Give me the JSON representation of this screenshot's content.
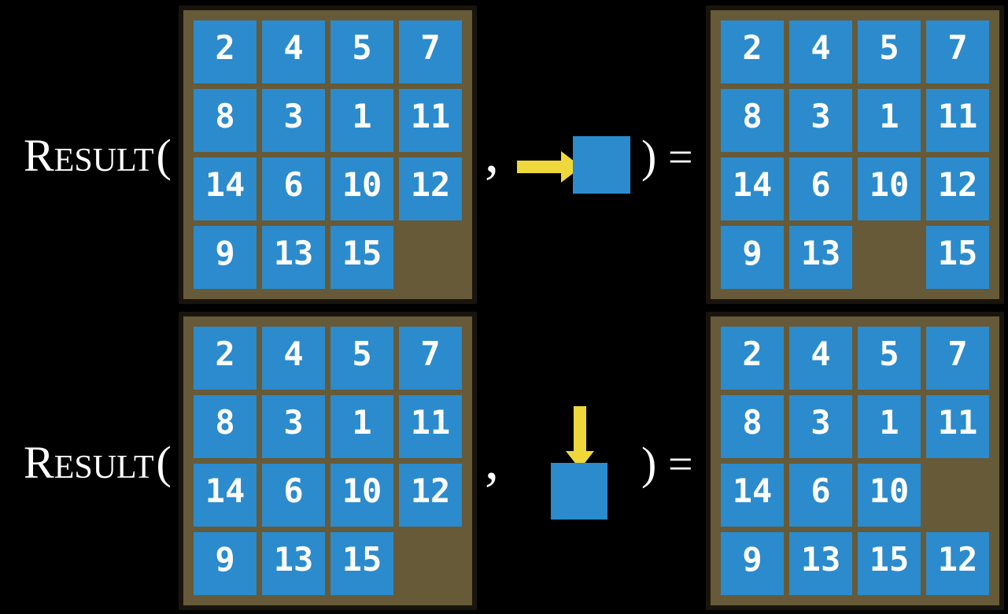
{
  "colors": {
    "background": "#000000",
    "board-brown": "#665a38",
    "board-border": "#19150e",
    "tile-blue": "#2b8bcd",
    "arrow-yellow": "#eed83c",
    "text-white": "#ffffff"
  },
  "figure": {
    "description": "Two examples of the RESULT state-transition function on a 15-puzzle board",
    "rows": [
      {
        "function_initial": "R",
        "function_rest": "ESULT",
        "open_paren": "(",
        "comma": ",",
        "close_paren": ")",
        "equals_sign": "=",
        "move_direction": "right",
        "input_grid": [
          [
            "2",
            "4",
            "5",
            "7"
          ],
          [
            "8",
            "3",
            "1",
            "11"
          ],
          [
            "14",
            "6",
            "10",
            "12"
          ],
          [
            "9",
            "13",
            "15",
            ""
          ]
        ],
        "output_grid": [
          [
            "2",
            "4",
            "5",
            "7"
          ],
          [
            "8",
            "3",
            "1",
            "11"
          ],
          [
            "14",
            "6",
            "10",
            "12"
          ],
          [
            "9",
            "13",
            "",
            "15"
          ]
        ]
      },
      {
        "function_initial": "R",
        "function_rest": "ESULT",
        "open_paren": "(",
        "comma": ",",
        "close_paren": ")",
        "equals_sign": "=",
        "move_direction": "down",
        "input_grid": [
          [
            "2",
            "4",
            "5",
            "7"
          ],
          [
            "8",
            "3",
            "1",
            "11"
          ],
          [
            "14",
            "6",
            "10",
            "12"
          ],
          [
            "9",
            "13",
            "15",
            ""
          ]
        ],
        "output_grid": [
          [
            "2",
            "4",
            "5",
            "7"
          ],
          [
            "8",
            "3",
            "1",
            "11"
          ],
          [
            "14",
            "6",
            "10",
            ""
          ],
          [
            "9",
            "13",
            "15",
            "12"
          ]
        ]
      }
    ]
  }
}
